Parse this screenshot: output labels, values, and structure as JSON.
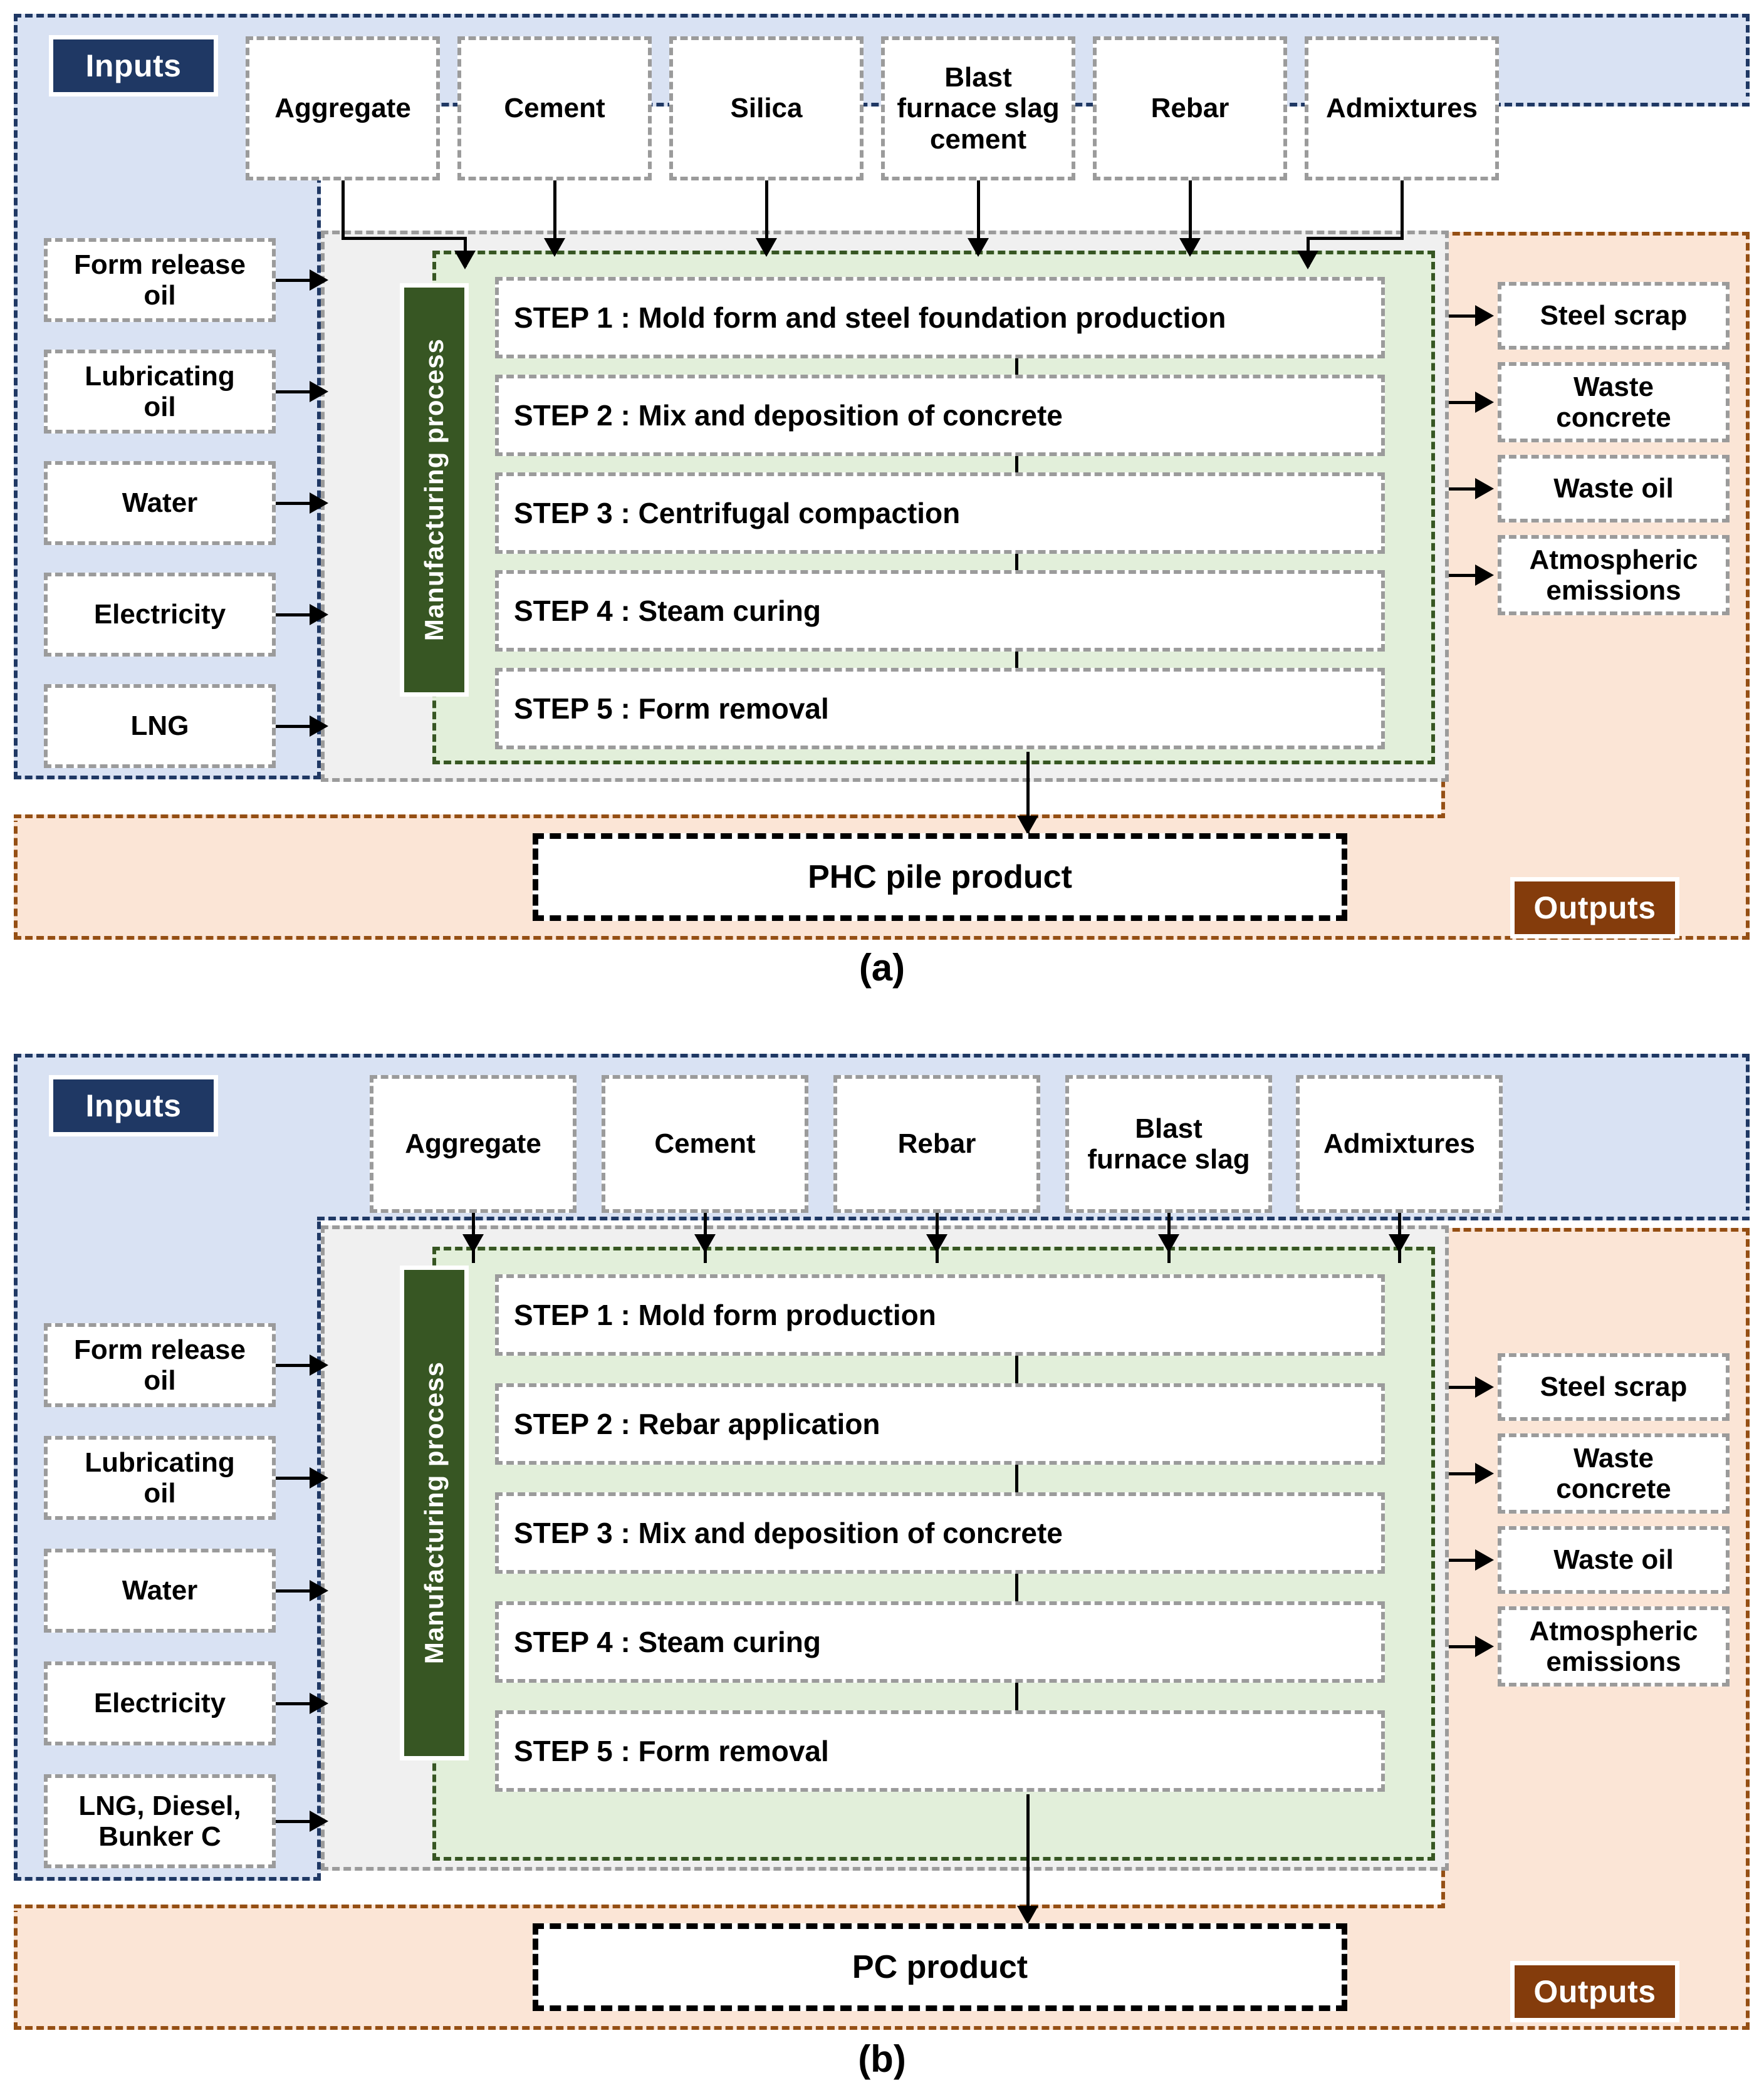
{
  "figure": {
    "panels": [
      {
        "caption": "(a)",
        "inputs_badge": "Inputs",
        "outputs_badge": "Outputs",
        "process_label": "Manufacturing process",
        "top_materials": [
          "Aggregate",
          "Cement",
          "Silica",
          "Blast\nfurnace slag\ncement",
          "Rebar",
          "Admixtures"
        ],
        "side_inputs": [
          "Form release\noil",
          "Lubricating\noil",
          "Water",
          "Electricity",
          "LNG"
        ],
        "steps": [
          "STEP 1 : Mold form and steel foundation production",
          "STEP 2 : Mix and deposition of concrete",
          "STEP 3 : Centrifugal compaction",
          "STEP 4 : Steam curing",
          "STEP 5 : Form removal"
        ],
        "outputs": [
          "Steel scrap",
          "Waste\nconcrete",
          "Waste oil",
          "Atmospheric\nemissions"
        ],
        "product": "PHC pile product"
      },
      {
        "caption": "(b)",
        "inputs_badge": "Inputs",
        "outputs_badge": "Outputs",
        "process_label": "Manufacturing process",
        "top_materials": [
          "Aggregate",
          "Cement",
          "Rebar",
          "Blast\nfurnace slag",
          "Admixtures"
        ],
        "side_inputs": [
          "Form release\noil",
          "Lubricating\noil",
          "Water",
          "Electricity",
          "LNG, Diesel,\nBunker C"
        ],
        "steps": [
          "STEP 1 : Mold form production",
          "STEP 2 : Rebar application",
          "STEP 3 : Mix and deposition of concrete",
          "STEP 4 : Steam curing",
          "STEP 5 : Form removal"
        ],
        "outputs": [
          "Steel scrap",
          "Waste\nconcrete",
          "Waste oil",
          "Atmospheric\nemissions"
        ],
        "product": "PC product"
      }
    ],
    "colors": {
      "inputs_fill": "#d9e2f3",
      "inputs_border": "#1f3864",
      "outputs_fill": "#fbe5d6",
      "outputs_border": "#954f14",
      "outputs_badge": "#843c0c",
      "process_outer_fill": "#f0f0f0",
      "process_outer_border": "#9b9b9b",
      "process_inner_fill": "#e2efda",
      "process_inner_border": "#375623",
      "process_label_fill": "#375623",
      "box_border": "#9b9b9b",
      "product_border": "#000000"
    }
  }
}
